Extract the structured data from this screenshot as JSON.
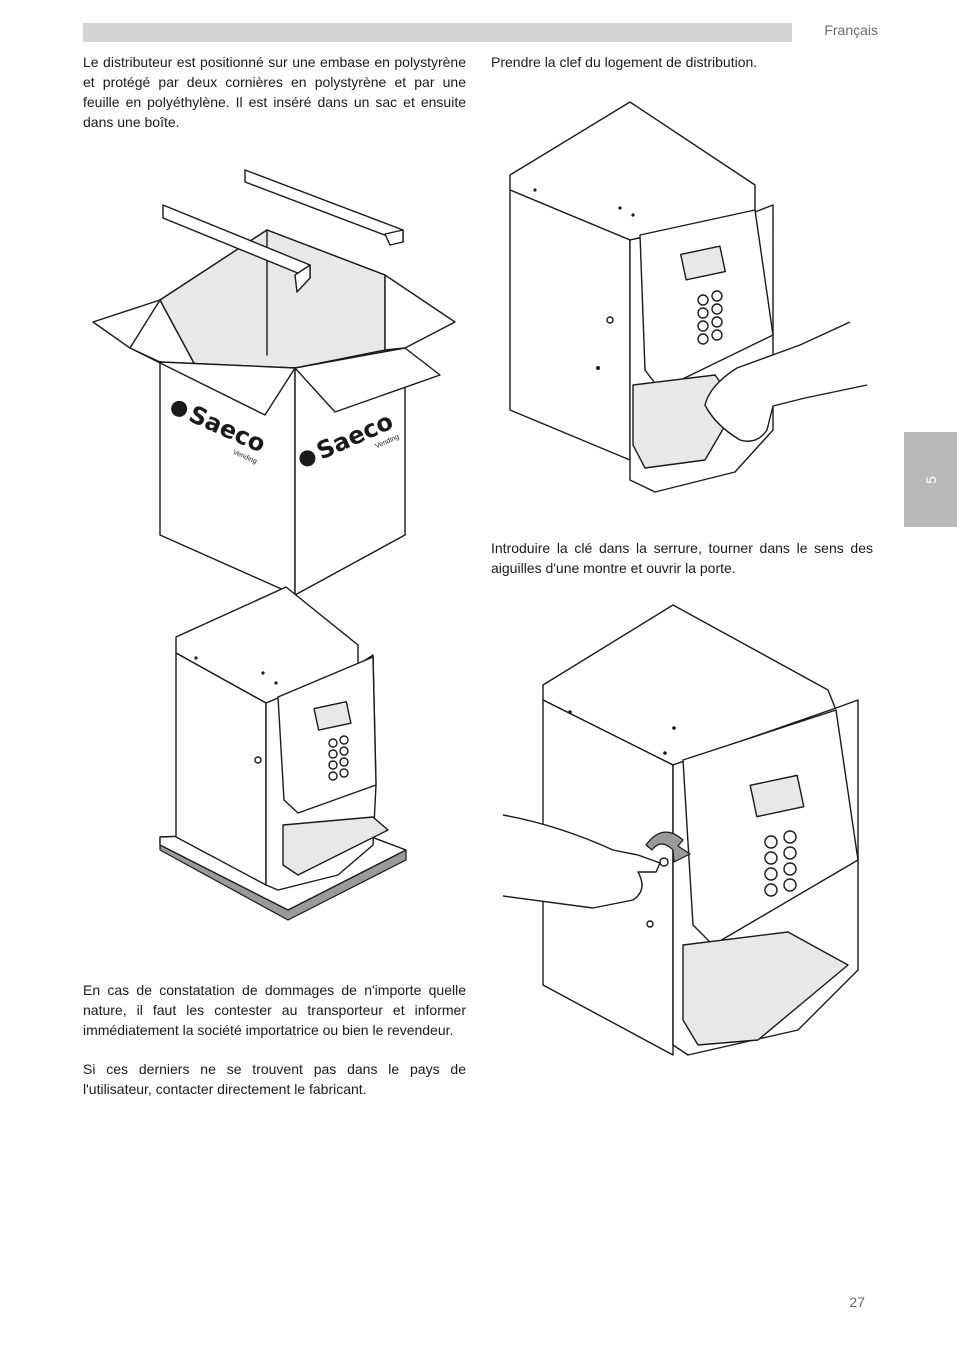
{
  "header": {
    "language": "Français"
  },
  "side_tab": {
    "chapter": "5"
  },
  "left_column": {
    "intro": "Le distributeur est positionné sur une embase en polystyrène et protégé par deux cornières en polystyrène et par une feuille en polyéthylène. Il est inséré dans un sac et ensuite dans une boîte.",
    "damage": "En cas de constatation de dommages de n'importe quelle nature, il faut les contester au transporteur et informer immédiatement la société importatrice ou bien le revendeur.",
    "manufacturer": "Si ces derniers ne se trouvent pas dans le pays de l'utilisateur, contacter directement le fabricant."
  },
  "right_column": {
    "take_key": "Prendre la clef du logement de distribution.",
    "insert_key": "Introduire la clé dans la serrure, tourner dans le sens des aiguilles d'une montre et ouvrir la porte."
  },
  "box_logo": {
    "brand": "Saeco",
    "sub": "Vending"
  },
  "footer": {
    "page_number": "27"
  }
}
